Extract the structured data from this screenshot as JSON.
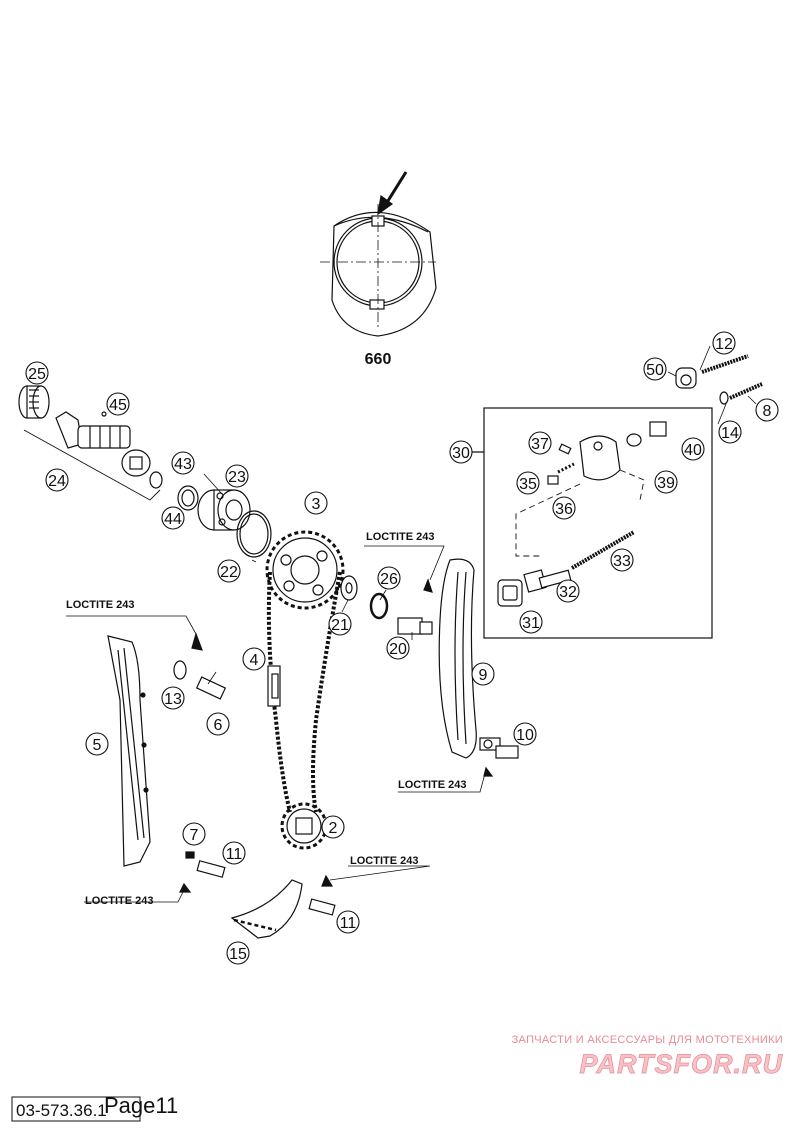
{
  "detail": {
    "label": "660"
  },
  "callouts": {
    "c2": "2",
    "c3": "3",
    "c4": "4",
    "c5": "5",
    "c6": "6",
    "c7": "7",
    "c8": "8",
    "c9": "9",
    "c10": "10",
    "c11a": "11",
    "c11b": "11",
    "c12": "12",
    "c13": "13",
    "c14": "14",
    "c15": "15",
    "c20": "20",
    "c21": "21",
    "c22": "22",
    "c23": "23",
    "c24": "24",
    "c25": "25",
    "c26": "26",
    "c30": "30",
    "c31": "31",
    "c32": "32",
    "c33": "33",
    "c35": "35",
    "c36": "36",
    "c37": "37",
    "c39": "39",
    "c40": "40",
    "c43": "43",
    "c44": "44",
    "c45": "45",
    "c50": "50"
  },
  "loctite": {
    "l1": "LOCTITE 243",
    "l2": "LOCTITE 243",
    "l3": "LOCTITE 243",
    "l4": "LOCTITE 243",
    "l5": "LOCTITE 243"
  },
  "watermark": {
    "subtitle": "ЗАПЧАСТИ И АКСЕССУАРЫ ДЛЯ МОТОТЕХНИКИ",
    "brand": "PARTSFOR.RU"
  },
  "footer": {
    "code": "03-573.36.1",
    "page": "Page11"
  }
}
